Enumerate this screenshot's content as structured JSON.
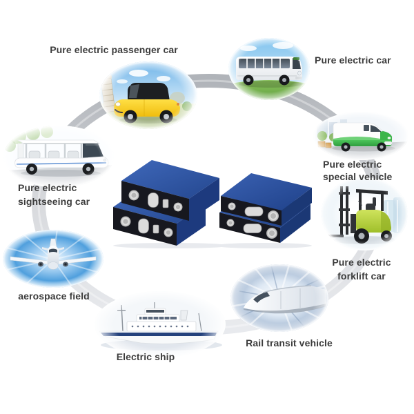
{
  "diagram": {
    "background": "#ffffff",
    "center": {
      "icon": "battery-cells-image",
      "cell_count": 4
    },
    "ribbon_icon": "circular-ribbon"
  },
  "nodes": [
    {
      "id": "passenger-car",
      "label": "Pure electric passenger car",
      "icon": "electric-passenger-car-image"
    },
    {
      "id": "electric-car",
      "label": "Pure electric car",
      "icon": "electric-bus-image"
    },
    {
      "id": "special-vehicle",
      "label": "Pure electric special vehicle",
      "icon": "electric-van-image"
    },
    {
      "id": "forklift-car",
      "label": "Pure electric forklift car",
      "icon": "electric-forklift-image"
    },
    {
      "id": "rail-transit",
      "label": "Rail transit vehicle",
      "icon": "high-speed-train-image"
    },
    {
      "id": "electric-ship",
      "label": "Electric ship",
      "icon": "electric-ship-image"
    },
    {
      "id": "aerospace",
      "label": "aerospace field",
      "icon": "airplane-image"
    },
    {
      "id": "sightseeing-car",
      "label": "Pure electric sightseeing car",
      "icon": "sightseeing-bus-image"
    }
  ],
  "colors": {
    "label_text": "#3c3c3c",
    "ribbon_gray": "#c3c7cd",
    "battery_blue": "#2c51a2",
    "battery_face_dark": "#17181f",
    "terminal_silver": "#d9d9d9",
    "car_yellow": "#f6c413",
    "van_green": "#3cb54a",
    "forklift_green": "#b0cf3c",
    "sky_blue": "#6db3e8"
  }
}
